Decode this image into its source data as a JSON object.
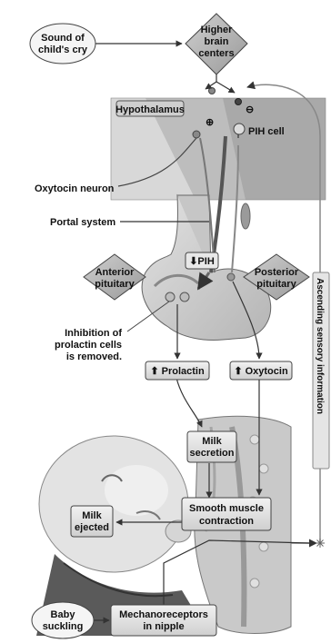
{
  "labels": {
    "sound": [
      "Sound of",
      "child's cry"
    ],
    "higher_brain": [
      "Higher",
      "brain",
      "centers"
    ],
    "hypothalamus": "Hypothalamus",
    "plus_sign": "⊕",
    "minus_sign": "⊖",
    "pih_cell": "PIH cell",
    "oxytocin_neuron": "Oxytocin neuron",
    "portal_system": "Portal system",
    "pih": "⬇PIH",
    "anterior_pituitary": [
      "Anterior",
      "pituitary"
    ],
    "posterior_pituitary": [
      "Posterior",
      "pituitary"
    ],
    "inhibition": [
      "Inhibition of",
      "prolactin cells",
      "is removed."
    ],
    "prolactin": "⬆ Prolactin",
    "oxytocin": "⬆ Oxytocin",
    "ascending": "Ascending sensory information",
    "milk_secretion": [
      "Milk",
      "secretion"
    ],
    "smooth_muscle": [
      "Smooth muscle",
      "contraction"
    ],
    "milk_ejected": [
      "Milk",
      "ejected"
    ],
    "baby_suckling": [
      "Baby",
      "suckling"
    ],
    "mechanoreceptors": [
      "Mechanoreceptors",
      "in nipple"
    ]
  }
}
